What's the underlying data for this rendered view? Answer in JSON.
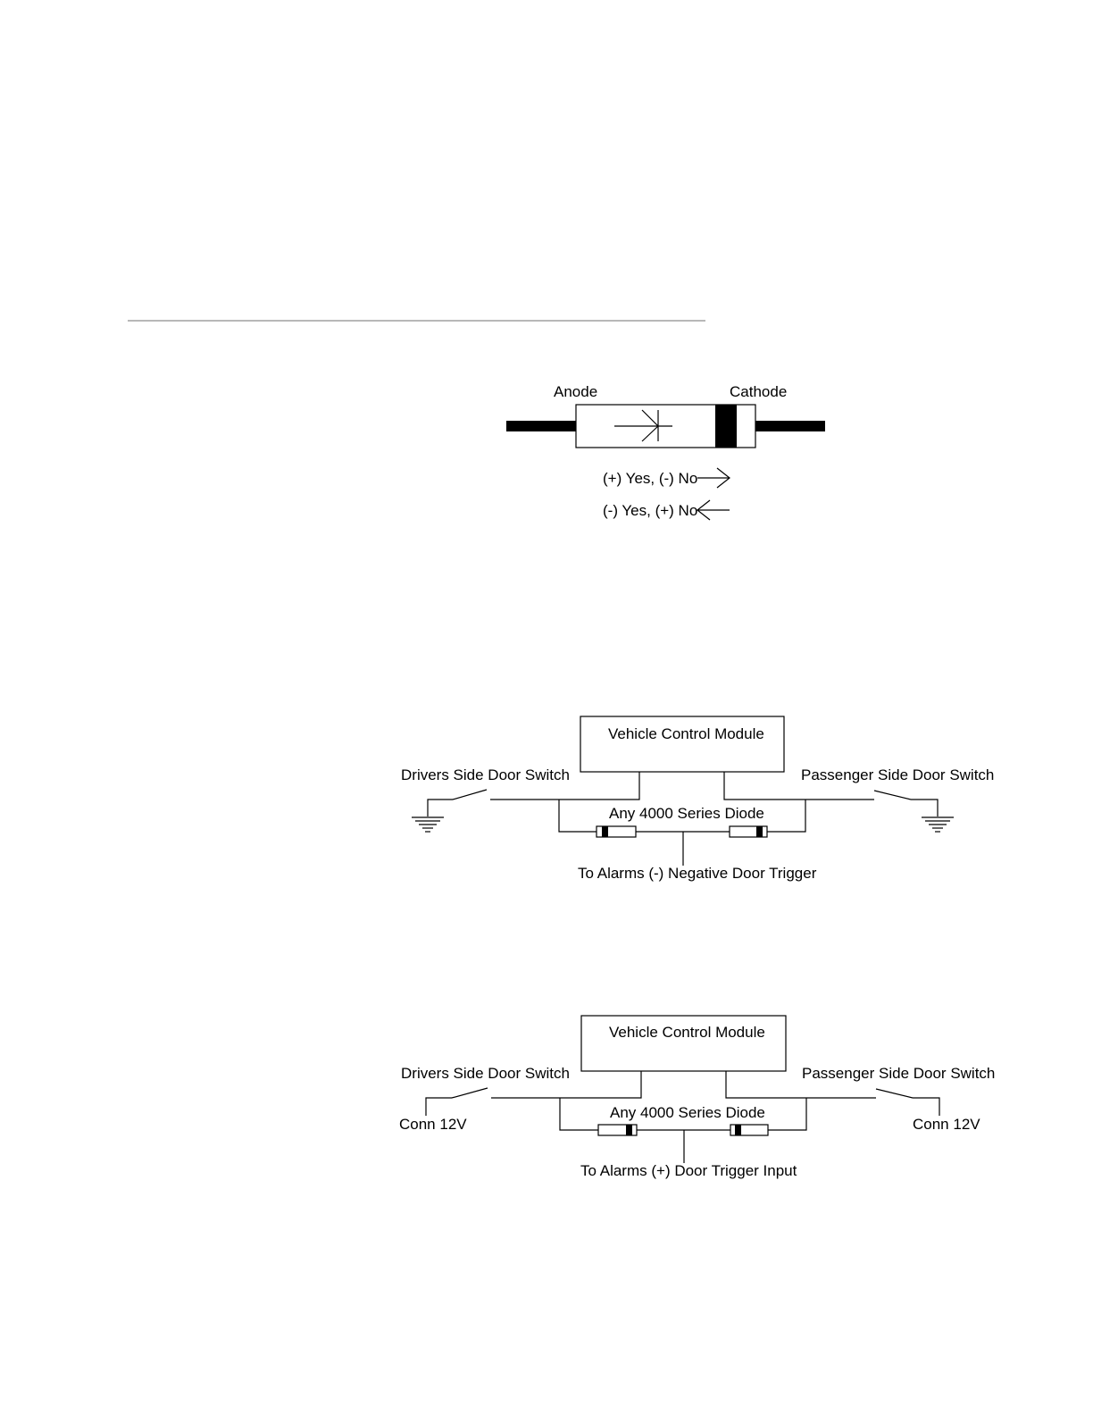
{
  "colors": {
    "line": "#000000",
    "rule": "#a0a0a0",
    "background": "#ffffff"
  },
  "diode_legend": {
    "anode_label": "Anode",
    "cathode_label": "Cathode",
    "forward_text": "(+) Yes, (-) No",
    "reverse_text": "(-) Yes, (+) No",
    "forward_arrow_icon": "arrow-right-icon",
    "reverse_arrow_icon": "arrow-left-icon",
    "diode_symbol_icon": "diode-symbol-icon"
  },
  "negative_circuit": {
    "module_label": "Vehicle Control Module",
    "left_switch_label": "Drivers Side Door Switch",
    "right_switch_label": "Passenger Side Door Switch",
    "diode_label": "Any 4000 Series Diode",
    "output_label": "To Alarms (-) Negative Door Trigger",
    "terminal_icon": "ground-icon"
  },
  "positive_circuit": {
    "module_label": "Vehicle Control Module",
    "left_switch_label": "Drivers Side Door Switch",
    "right_switch_label": "Passenger Side Door Switch",
    "diode_label": "Any 4000 Series Diode",
    "output_label": "To Alarms (+) Door Trigger Input",
    "left_supply_label": "Conn 12V",
    "right_supply_label": "Conn 12V"
  }
}
